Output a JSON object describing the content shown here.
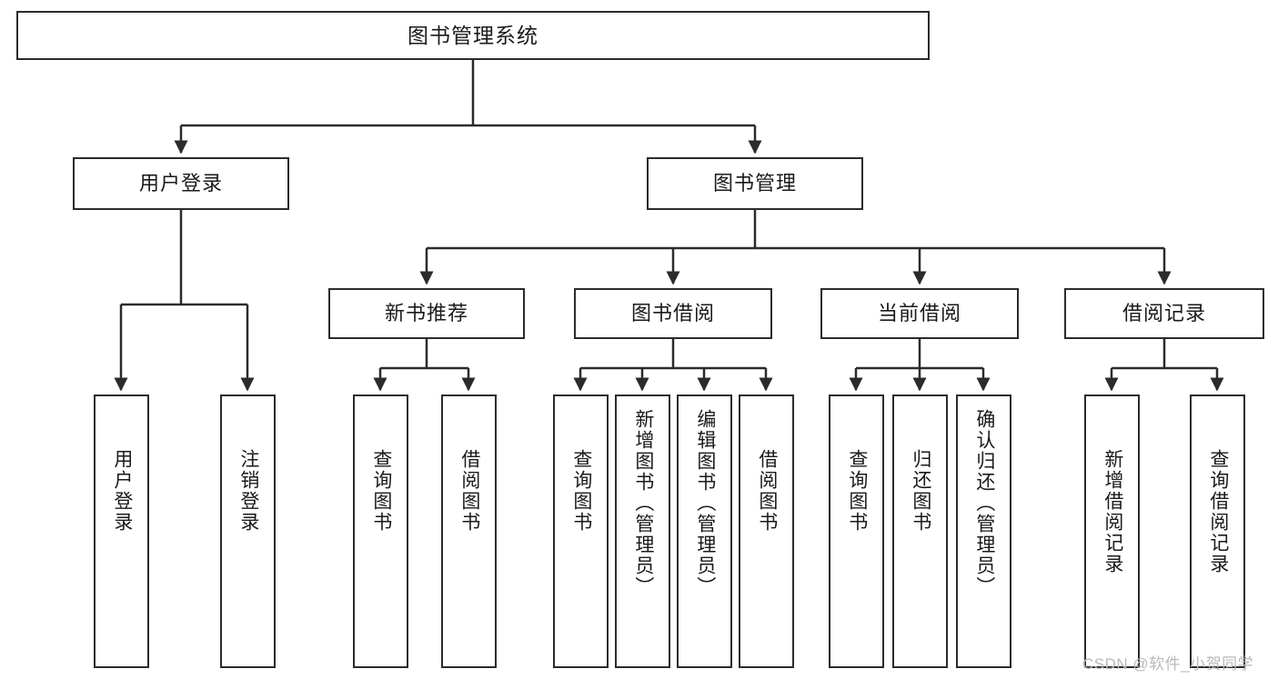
{
  "diagram": {
    "title": "图书管理系统",
    "root": {
      "label": "图书管理系统"
    },
    "level2": [
      {
        "label": "用户登录"
      },
      {
        "label": "图书管理"
      }
    ],
    "level3": [
      {
        "label": "新书推荐"
      },
      {
        "label": "图书借阅"
      },
      {
        "label": "当前借阅"
      },
      {
        "label": "借阅记录"
      }
    ],
    "leaves": {
      "user_login": [
        {
          "label": "用户登录"
        },
        {
          "label": "注销登录"
        }
      ],
      "new_book": [
        {
          "label": "查询图书"
        },
        {
          "label": "借阅图书"
        }
      ],
      "book_borrow": [
        {
          "label": "查询图书"
        },
        {
          "label": "新增图书（管理员）"
        },
        {
          "label": "编辑图书（管理员）"
        },
        {
          "label": "借阅图书"
        }
      ],
      "current_borrow": [
        {
          "label": "查询图书"
        },
        {
          "label": "归还图书"
        },
        {
          "label": "确认归还（管理员）"
        }
      ],
      "borrow_record": [
        {
          "label": "新增借阅记录"
        },
        {
          "label": "查询借阅记录"
        }
      ]
    }
  },
  "watermark": {
    "text": "CSDN @软件_小贺同学"
  },
  "colors": {
    "stroke": "#2b2b2b",
    "background": "#ffffff",
    "text": "#1a1a1a",
    "watermark": "#b9b9b9"
  }
}
